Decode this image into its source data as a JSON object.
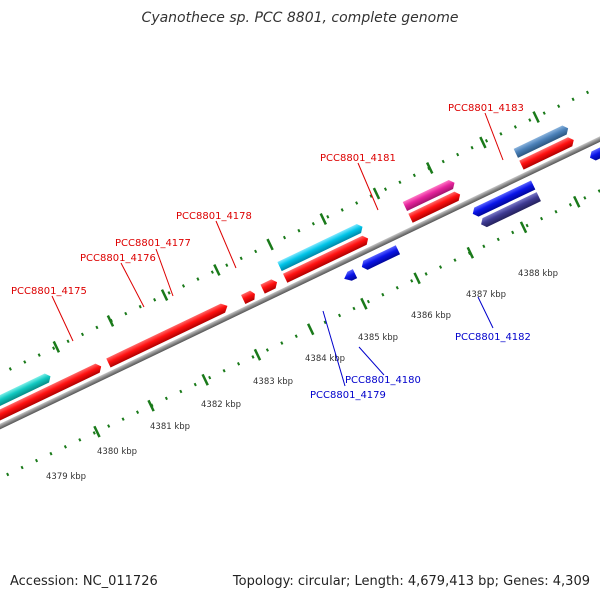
{
  "title": "Cyanothece sp. PCC 8801, complete genome",
  "footer": {
    "accession": "Accession: NC_011726",
    "summary": "Topology: circular; Length: 4,679,413 bp; Genes: 4,309"
  },
  "colors": {
    "backbone": "#888888",
    "tick": "#1a7a1a",
    "forward_label": "#dd0000",
    "reverse_label": "#0000cc",
    "cds": "#ff0000",
    "cyan": "#00bfe0",
    "magenta": "#e0249a",
    "steelblue": "#4a7fb5",
    "blue": "#0a14e6",
    "darkslate": "#3c3a8c",
    "teal": "#10c8c0"
  },
  "ticks": [
    "4379 kbp",
    "4380 kbp",
    "4381 kbp",
    "4382 kbp",
    "4383 kbp",
    "4384 kbp",
    "4385 kbp",
    "4386 kbp",
    "4387 kbp",
    "4388 kbp"
  ],
  "forward_labels": [
    "PCC8801_4175",
    "PCC8801_4176",
    "PCC8801_4177",
    "PCC8801_4178",
    "PCC8801_4181",
    "PCC8801_4183"
  ],
  "reverse_labels": [
    "PCC8801_4179",
    "PCC8801_4180",
    "PCC8801_4182"
  ]
}
